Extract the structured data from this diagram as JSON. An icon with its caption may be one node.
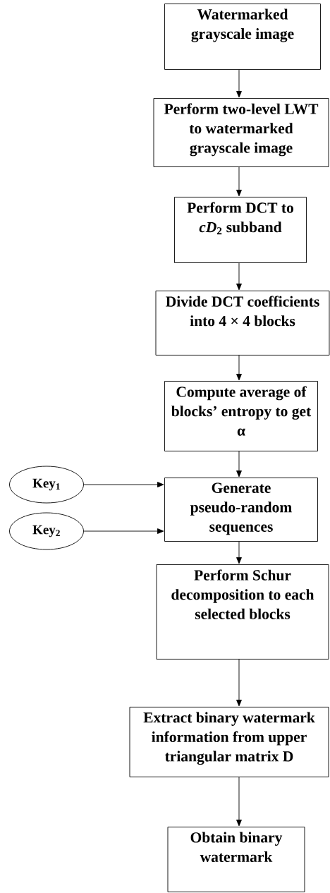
{
  "diagram": {
    "nodes": [
      {
        "text": [
          "Watermarked grayscale image"
        ]
      },
      {
        "text": [
          "Perform two-level LWT to watermarked grayscale image"
        ]
      },
      {
        "text": [
          "Perform DCT to *cD*$_{2}$ subband"
        ]
      },
      {
        "text": [
          "Divide DCT coefficients into 4 × 4 blocks"
        ]
      },
      {
        "text": [
          "Compute average of blocks’ entropy to get α"
        ]
      },
      {
        "text": [
          "Key$_{1}$"
        ]
      },
      {
        "text": [
          "Key$_{2}$"
        ]
      },
      {
        "text": [
          "Generate pseudo-random sequences"
        ]
      },
      {
        "text": [
          "Perform Schur decomposition to each selected blocks"
        ]
      },
      {
        "text": [
          "Extract binary watermark information from upper triangular matrix D"
        ]
      },
      {
        "text": [
          "Obtain binary watermark"
        ]
      }
    ],
    "edges": [
      {
        "from": 0,
        "to": 1,
        "arrow": "to"
      },
      {
        "from": 1,
        "to": 2,
        "arrow": "to"
      },
      {
        "from": 2,
        "to": 3,
        "arrow": "to"
      },
      {
        "from": 3,
        "to": 4,
        "arrow": "to"
      },
      {
        "from": 4,
        "to": 7,
        "arrow": "to"
      },
      {
        "from": 5,
        "to": 7,
        "arrow": "to"
      },
      {
        "from": 6,
        "to": 7,
        "arrow": "to"
      },
      {
        "from": 7,
        "to": 8,
        "arrow": "to"
      },
      {
        "from": 8,
        "to": 9,
        "arrow": "to"
      },
      {
        "from": 9,
        "to": 10,
        "arrow": "to"
      }
    ]
  }
}
